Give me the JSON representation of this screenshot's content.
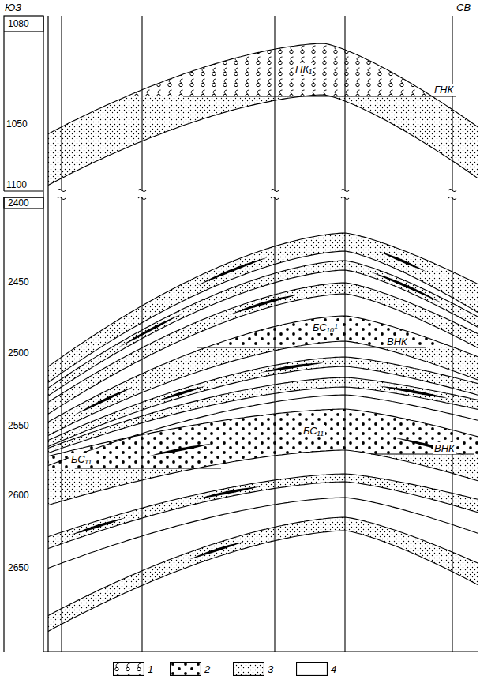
{
  "diagram": {
    "labels": [
      "ЮЗ",
      "СВ",
      "1080",
      "1050",
      "1100",
      "2400",
      "2450",
      "2500",
      "2550",
      "2600",
      "2650",
      "ПК₁",
      "ГНК",
      "БС₁₀¹",
      "ВНК",
      "БС₁₁",
      "БС₁₁",
      "ВНК"
    ],
    "legend": [
      {
        "text": "1"
      },
      {
        "text": "2"
      },
      {
        "text": "3"
      },
      {
        "text": "4"
      }
    ]
  }
}
